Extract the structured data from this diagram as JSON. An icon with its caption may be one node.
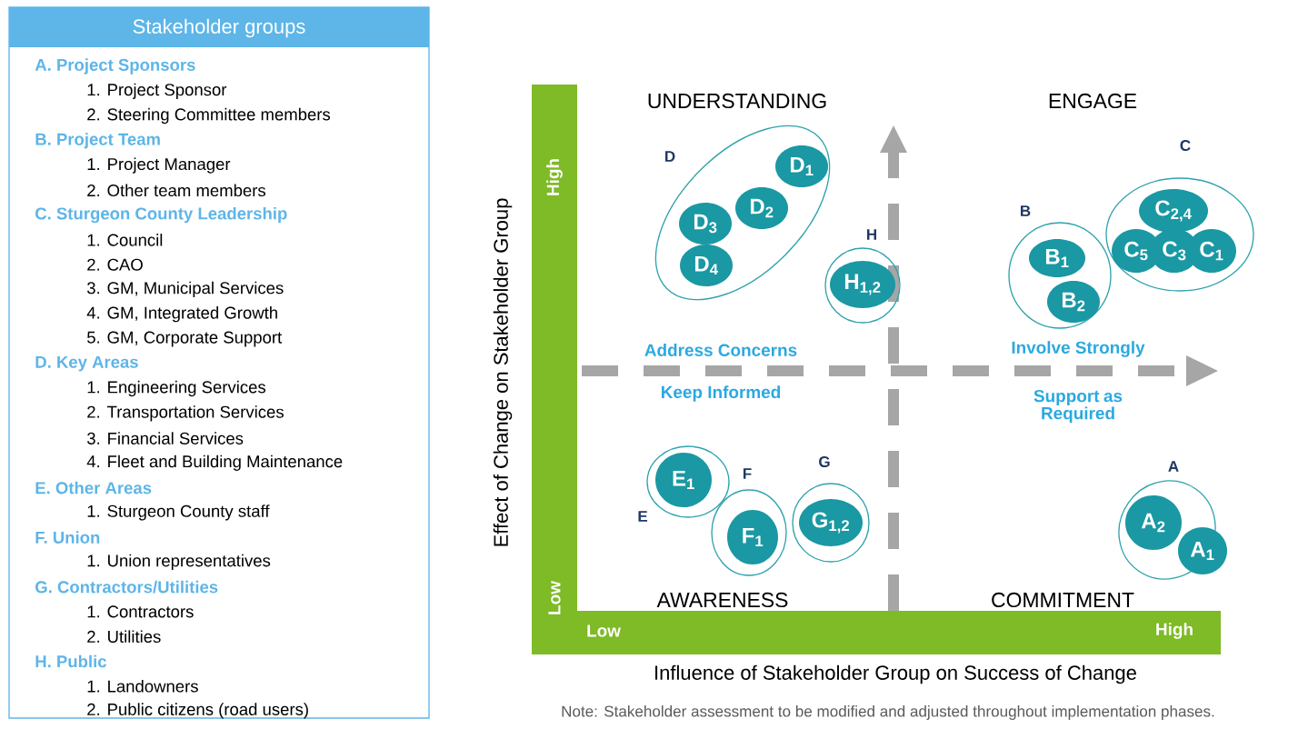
{
  "diagram": {
    "nodes": [
      {
        "text": [
          "Stakeholder groups",
          "A. Project Sponsors",
          "1. Project Sponsor",
          "2. Steering Committee members",
          "B. Project Team",
          "1. Project Manager",
          "2. Other team members",
          "C. Sturgeon County Leadership",
          "1. Council",
          "2. CAO",
          "3. GM, Municipal Services",
          "4. GM, Integrated Growth",
          "5. GM, Corporate Support",
          "D. Key Areas",
          "1. Engineering Services",
          "2. Transportation Services",
          "3. Financial Services",
          "4. Fleet and Building Maintenance",
          "E. Other Areas",
          "1. Sturgeon County staff",
          "F. Union",
          "1. Union representatives",
          "G. Contractors/Utilities",
          "1. Contractors",
          "2. Utilities",
          "H. Public",
          "1. Landowners",
          "2. Public citizens (road users)"
        ]
      },
      {
        "text": [
          "High",
          "Low"
        ]
      },
      {
        "text": [
          "D"
        ]
      },
      {
        "text": [
          "D$_{1}$"
        ],
        "in": 2
      },
      {
        "text": [
          "D$_{2}$"
        ],
        "in": 2
      },
      {
        "text": [
          "D$_{3}$"
        ],
        "in": 2
      },
      {
        "text": [
          "D$_{4}$"
        ],
        "in": 2
      },
      {
        "text": [
          "C"
        ]
      },
      {
        "text": [
          "C$_{2,4}$"
        ],
        "in": 7
      },
      {
        "text": [
          "C$_{5}$"
        ],
        "in": 7
      },
      {
        "text": [
          "C$_{3}$"
        ],
        "in": 7
      },
      {
        "text": [
          "C$_{1}$"
        ],
        "in": 7
      },
      {
        "text": [
          "B"
        ]
      },
      {
        "text": [
          "B$_{1}$"
        ],
        "in": 12
      },
      {
        "text": [
          "B$_{2}$"
        ],
        "in": 12
      },
      {
        "text": [
          "H"
        ]
      },
      {
        "text": [
          "H$_{1,2}$"
        ],
        "in": 15
      },
      {
        "text": [
          "E"
        ]
      },
      {
        "text": [
          "E$_{1}$"
        ],
        "in": 17
      },
      {
        "text": [
          "F"
        ]
      },
      {
        "text": [
          "F$_{1}$"
        ],
        "in": 19
      },
      {
        "text": [
          "G"
        ]
      },
      {
        "text": [
          "G$_{1,2}$"
        ],
        "in": 21
      },
      {
        "text": [
          "A"
        ]
      },
      {
        "text": [
          "A$_{2}$"
        ],
        "in": 23
      },
      {
        "text": [
          "A$_{1}$"
        ],
        "in": 23
      },
      {
        "text": [
          "Low",
          "High"
        ]
      }
    ],
    "labels": [
      "UNDERSTANDING",
      "ENGAGE",
      "Effect of Change on Stakeholder Group",
      "Address Concerns",
      "Involve Strongly",
      "Keep Informed",
      "Support as Required",
      "AWARENESS",
      "COMMITMENT",
      "Influence of Stakeholder Group on Success of Change",
      "Note: Stakeholder assessment to be modified and adjusted throughout implementation phases."
    ]
  }
}
